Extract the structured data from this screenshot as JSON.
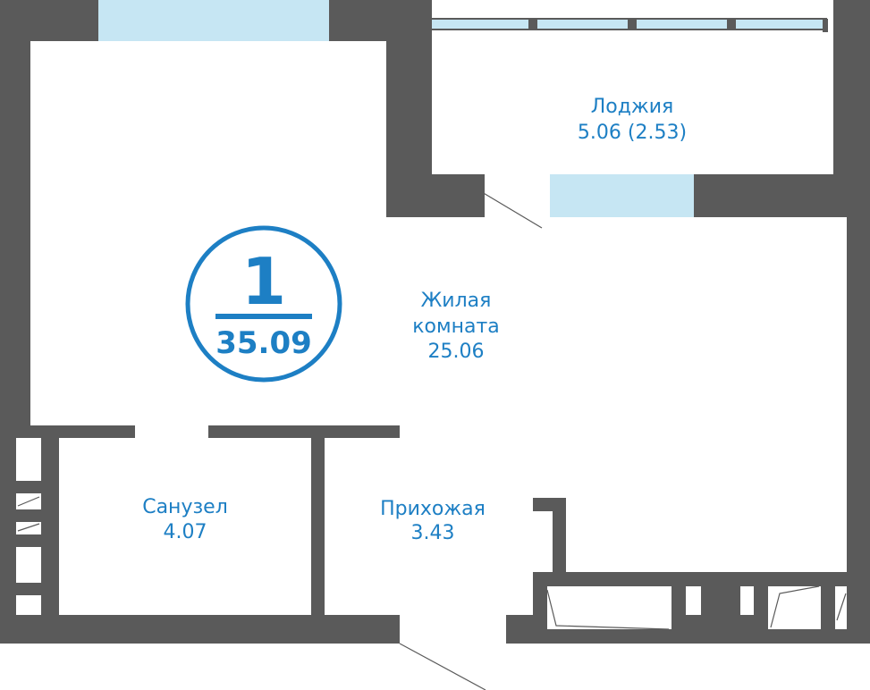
{
  "colors": {
    "wall": "#5a5a5a",
    "glass": "#c6e6f3",
    "accent": "#1d7fc4",
    "background": "#ffffff"
  },
  "badge": {
    "rooms": "1",
    "total_area": "35.09"
  },
  "rooms": {
    "loggia": {
      "name": "Лоджия",
      "area": "5.06 (2.53)"
    },
    "living": {
      "name_line1": "Жилая",
      "name_line2": "комната",
      "area": "25.06"
    },
    "bathroom": {
      "name": "Санузел",
      "area": "4.07"
    },
    "hallway": {
      "name": "Прихожая",
      "area": "3.43"
    }
  }
}
